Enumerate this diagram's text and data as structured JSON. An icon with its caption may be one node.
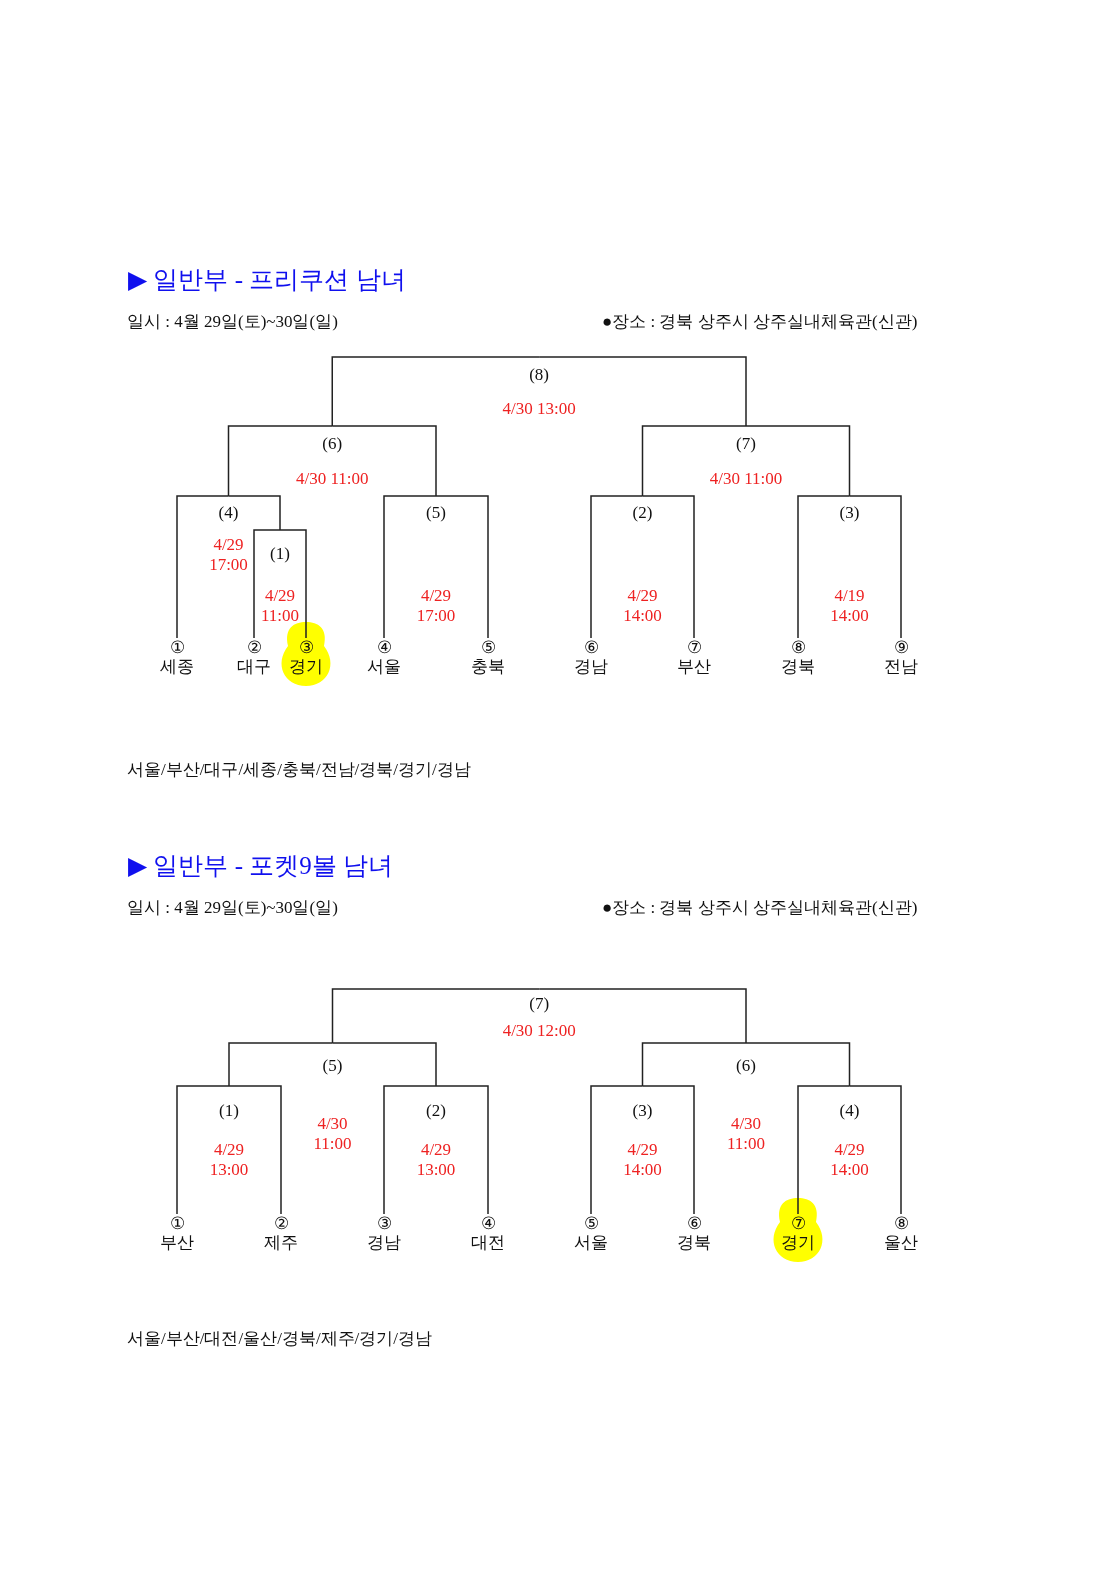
{
  "diagram": {
    "nodes": [
      {
        "text": [
          "①",
          "세종"
        ]
      },
      {
        "text": [
          "②",
          "대구"
        ]
      },
      {
        "text": [
          "③",
          "경기"
        ]
      },
      {
        "text": [
          "④",
          "서울"
        ]
      },
      {
        "text": [
          "⑤",
          "충북"
        ]
      },
      {
        "text": [
          "⑥",
          "경남"
        ]
      },
      {
        "text": [
          "⑦",
          "부산"
        ]
      },
      {
        "text": [
          "⑧",
          "경북"
        ]
      },
      {
        "text": [
          "⑨",
          "전남"
        ]
      },
      {
        "text": [
          "(8)",
          "4/30 13:00"
        ]
      },
      {
        "text": [
          "(6)",
          "4/30 11:00"
        ]
      },
      {
        "text": [
          "(7)",
          "4/30 11:00"
        ]
      },
      {
        "text": [
          "(4)",
          "4/29 17:00"
        ]
      },
      {
        "text": [
          "(5)",
          "4/29 17:00"
        ]
      },
      {
        "text": [
          "(2)",
          "4/29 14:00"
        ]
      },
      {
        "text": [
          "(3)",
          "4/19 14:00"
        ]
      },
      {
        "text": [
          "(1)",
          "4/29 11:00"
        ]
      },
      {
        "text": [
          "①",
          "부산"
        ]
      },
      {
        "text": [
          "②",
          "제주"
        ]
      },
      {
        "text": [
          "③",
          "경남"
        ]
      },
      {
        "text": [
          "④",
          "대전"
        ]
      },
      {
        "text": [
          "⑤",
          "서울"
        ]
      },
      {
        "text": [
          "⑥",
          "경북"
        ]
      },
      {
        "text": [
          "⑦",
          "경기"
        ]
      },
      {
        "text": [
          "⑧",
          "울산"
        ]
      },
      {
        "text": [
          "(7)",
          "4/30 12:00"
        ]
      },
      {
        "text": [
          "(5)",
          "4/30 11:00"
        ]
      },
      {
        "text": [
          "(6)",
          "4/30 11:00"
        ]
      },
      {
        "text": [
          "(1)",
          "4/29 13:00"
        ]
      },
      {
        "text": [
          "(2)",
          "4/29 13:00"
        ]
      },
      {
        "text": [
          "(3)",
          "4/29 14:00"
        ]
      },
      {
        "text": [
          "(4)",
          "4/29 14:00"
        ]
      }
    ],
    "edges": [
      {
        "from": 0,
        "to": 12,
        "arrow": "none"
      },
      {
        "from": 1,
        "to": 16,
        "arrow": "none"
      },
      {
        "from": 2,
        "to": 16,
        "arrow": "none"
      },
      {
        "from": 16,
        "to": 12,
        "arrow": "none"
      },
      {
        "from": 3,
        "to": 13,
        "arrow": "none"
      },
      {
        "from": 4,
        "to": 13,
        "arrow": "none"
      },
      {
        "from": 12,
        "to": 10,
        "arrow": "none"
      },
      {
        "from": 13,
        "to": 10,
        "arrow": "none"
      },
      {
        "from": 5,
        "to": 14,
        "arrow": "none"
      },
      {
        "from": 6,
        "to": 14,
        "arrow": "none"
      },
      {
        "from": 7,
        "to": 15,
        "arrow": "none"
      },
      {
        "from": 8,
        "to": 15,
        "arrow": "none"
      },
      {
        "from": 14,
        "to": 11,
        "arrow": "none"
      },
      {
        "from": 15,
        "to": 11,
        "arrow": "none"
      },
      {
        "from": 10,
        "to": 9,
        "arrow": "none"
      },
      {
        "from": 11,
        "to": 9,
        "arrow": "none"
      },
      {
        "from": 17,
        "to": 28,
        "arrow": "none"
      },
      {
        "from": 18,
        "to": 28,
        "arrow": "none"
      },
      {
        "from": 19,
        "to": 29,
        "arrow": "none"
      },
      {
        "from": 20,
        "to": 29,
        "arrow": "none"
      },
      {
        "from": 21,
        "to": 30,
        "arrow": "none"
      },
      {
        "from": 22,
        "to": 30,
        "arrow": "none"
      },
      {
        "from": 23,
        "to": 31,
        "arrow": "none"
      },
      {
        "from": 24,
        "to": 31,
        "arrow": "none"
      },
      {
        "from": 28,
        "to": 26,
        "arrow": "none"
      },
      {
        "from": 29,
        "to": 26,
        "arrow": "none"
      },
      {
        "from": 30,
        "to": 27,
        "arrow": "none"
      },
      {
        "from": 31,
        "to": 27,
        "arrow": "none"
      },
      {
        "from": 26,
        "to": 25,
        "arrow": "none"
      },
      {
        "from": 27,
        "to": 25,
        "arrow": "none"
      }
    ],
    "labels": [
      "▶ 일반부 - 프리쿠션 남녀",
      "일시 : 4월 29일(토)~30일(일)",
      "●장소 : 경북 상주시 상주실내체육관(신관)",
      "서울/부산/대구/세종/충북/전남/경북/경기/경남",
      "▶ 일반부 - 포켓9볼 남녀",
      "일시 : 4월 29일(토)~30일(일)",
      "●장소 : 경북 상주시 상주실내체육관(신관)",
      "서울/부산/대전/울산/경북/제주/경기/경남"
    ]
  }
}
